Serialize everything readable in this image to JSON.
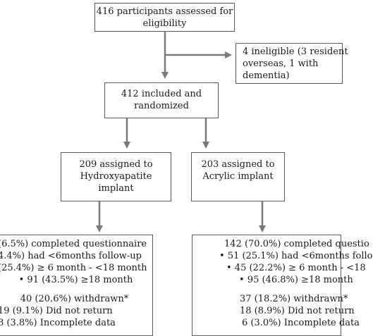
{
  "boxes": {
    "eligibility": {
      "lines": [
        "416 participants assessed for",
        "eligibility"
      ]
    },
    "ineligible": {
      "lines": [
        "4 ineligible (3 resident",
        "overseas, 1 with",
        "dementia)"
      ]
    },
    "randomized": {
      "lines": [
        "412 included and",
        "randomized"
      ]
    },
    "hydroxyapatite": {
      "lines": [
        "209 assigned to",
        "Hydroxyapatite",
        "implant"
      ]
    },
    "acrylic": {
      "lines": [
        "203 assigned to",
        "Acrylic implant"
      ]
    },
    "outcome_left": {
      "lines_top": [
        "(6.5%) completed questionnaire",
        "4.4%) had <6months follow-up",
        "(25.4%) ≥ 6 month - <18 month",
        "• 91 (43.5%) ≥18 month"
      ],
      "lines_bottom": [
        "40 (20.6%) withdrawn*",
        "19 (9.1%) Did not return",
        "8 (3.8%) Incomplete data"
      ]
    },
    "outcome_right": {
      "lines_top": [
        "142 (70.0%) completed questio",
        "• 51 (25.1%) had <6months follo",
        "• 45 (22.2%) ≥ 6 month - <18",
        "• 95 (46.8%) ≥18 month"
      ],
      "lines_bottom": [
        "37 (18.2%) withdrawn*",
        "18 (8.9%) Did not return",
        "6 (3.0%) Incomplete data"
      ]
    }
  },
  "colors": {
    "arrow": "#7a7a7a",
    "border": "#5a5a5a",
    "text": "#1a1a1a"
  }
}
